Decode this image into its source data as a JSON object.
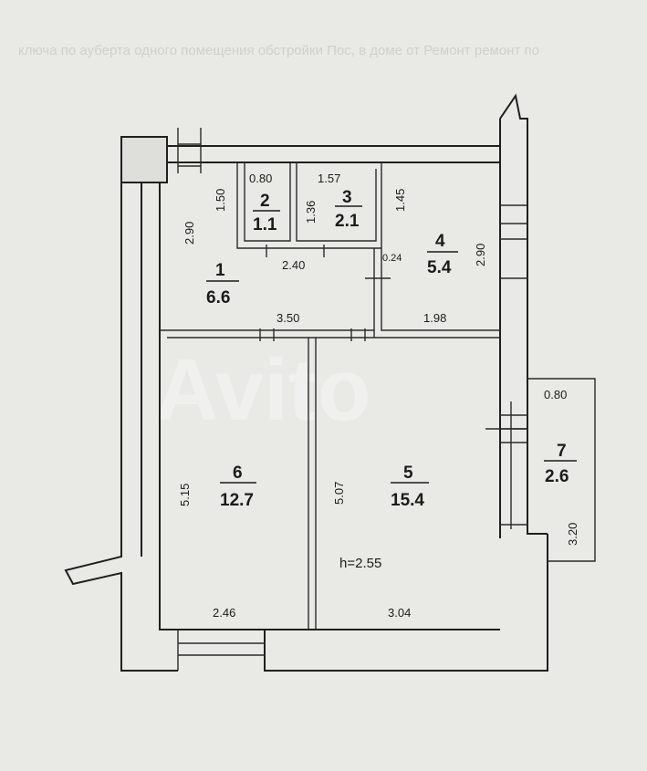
{
  "rooms": [
    {
      "id": "1",
      "area": "6.6"
    },
    {
      "id": "2",
      "area": "1.1"
    },
    {
      "id": "3",
      "area": "2.1"
    },
    {
      "id": "4",
      "area": "5.4"
    },
    {
      "id": "5",
      "area": "15.4"
    },
    {
      "id": "6",
      "area": "12.7"
    },
    {
      "id": "7",
      "area": "2.6"
    }
  ],
  "dimensions": {
    "d_080_top": "0.80",
    "d_157": "1.57",
    "d_150": "1.50",
    "d_290_left": "2.90",
    "d_136": "1.36",
    "d_145": "1.45",
    "d_290_right": "2.90",
    "d_240": "2.40",
    "d_024": "0.24",
    "d_350": "3.50",
    "d_198": "1.98",
    "d_080_balcony": "0.80",
    "d_515": "5.15",
    "d_507": "5.07",
    "d_320": "3.20",
    "d_246": "2.46",
    "d_304": "3.04"
  },
  "ceiling_height": "h=2.55",
  "watermark": "Avito",
  "header_text": "ключа по ауберта одного помещения обстройки Пос, в доме от Ремонт ремонт по"
}
